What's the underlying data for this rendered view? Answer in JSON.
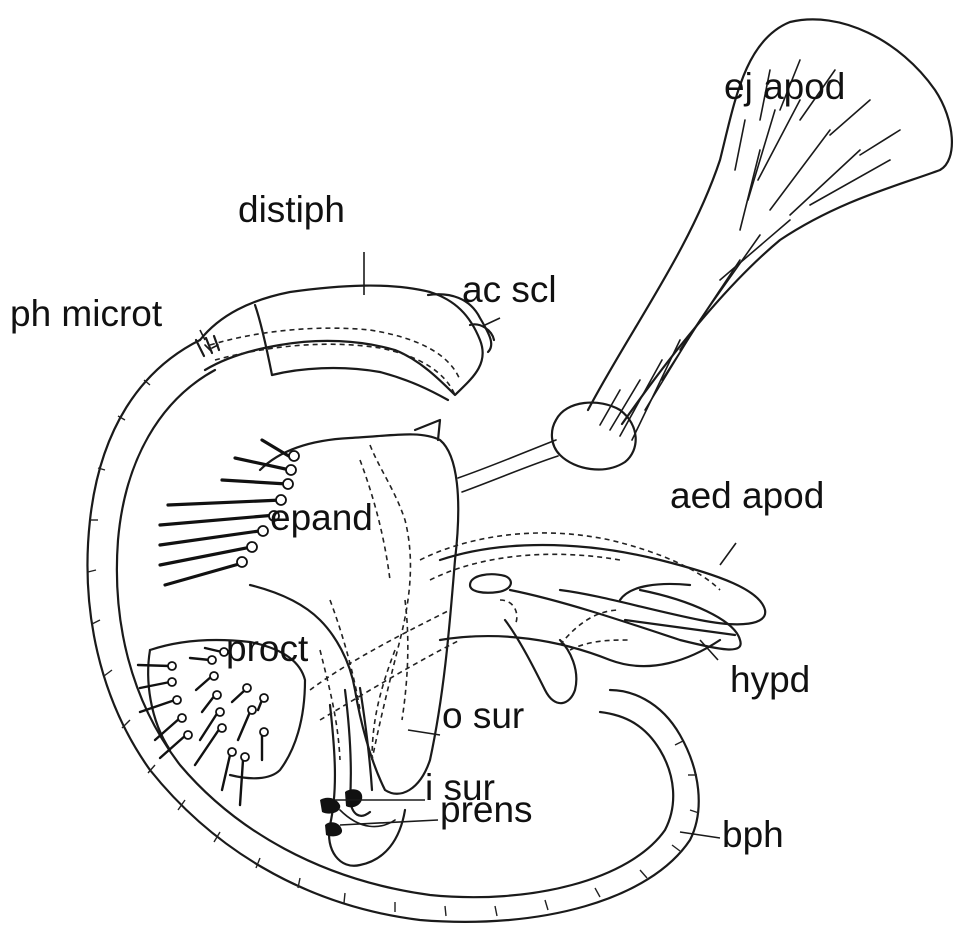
{
  "diagram": {
    "labels": {
      "ej_apod": "ej apod",
      "distiph": "distiph",
      "ac_scl": "ac scl",
      "ph_microt": "ph microt",
      "epand": "epand",
      "aed_apod": "aed apod",
      "proct": "proct",
      "hypd": "hypd",
      "o_sur": "o sur",
      "i_sur": "i sur",
      "prens": "prens",
      "bph": "bph"
    },
    "colors": {
      "ink": "#1a1a1a",
      "background": "#ffffff"
    }
  }
}
